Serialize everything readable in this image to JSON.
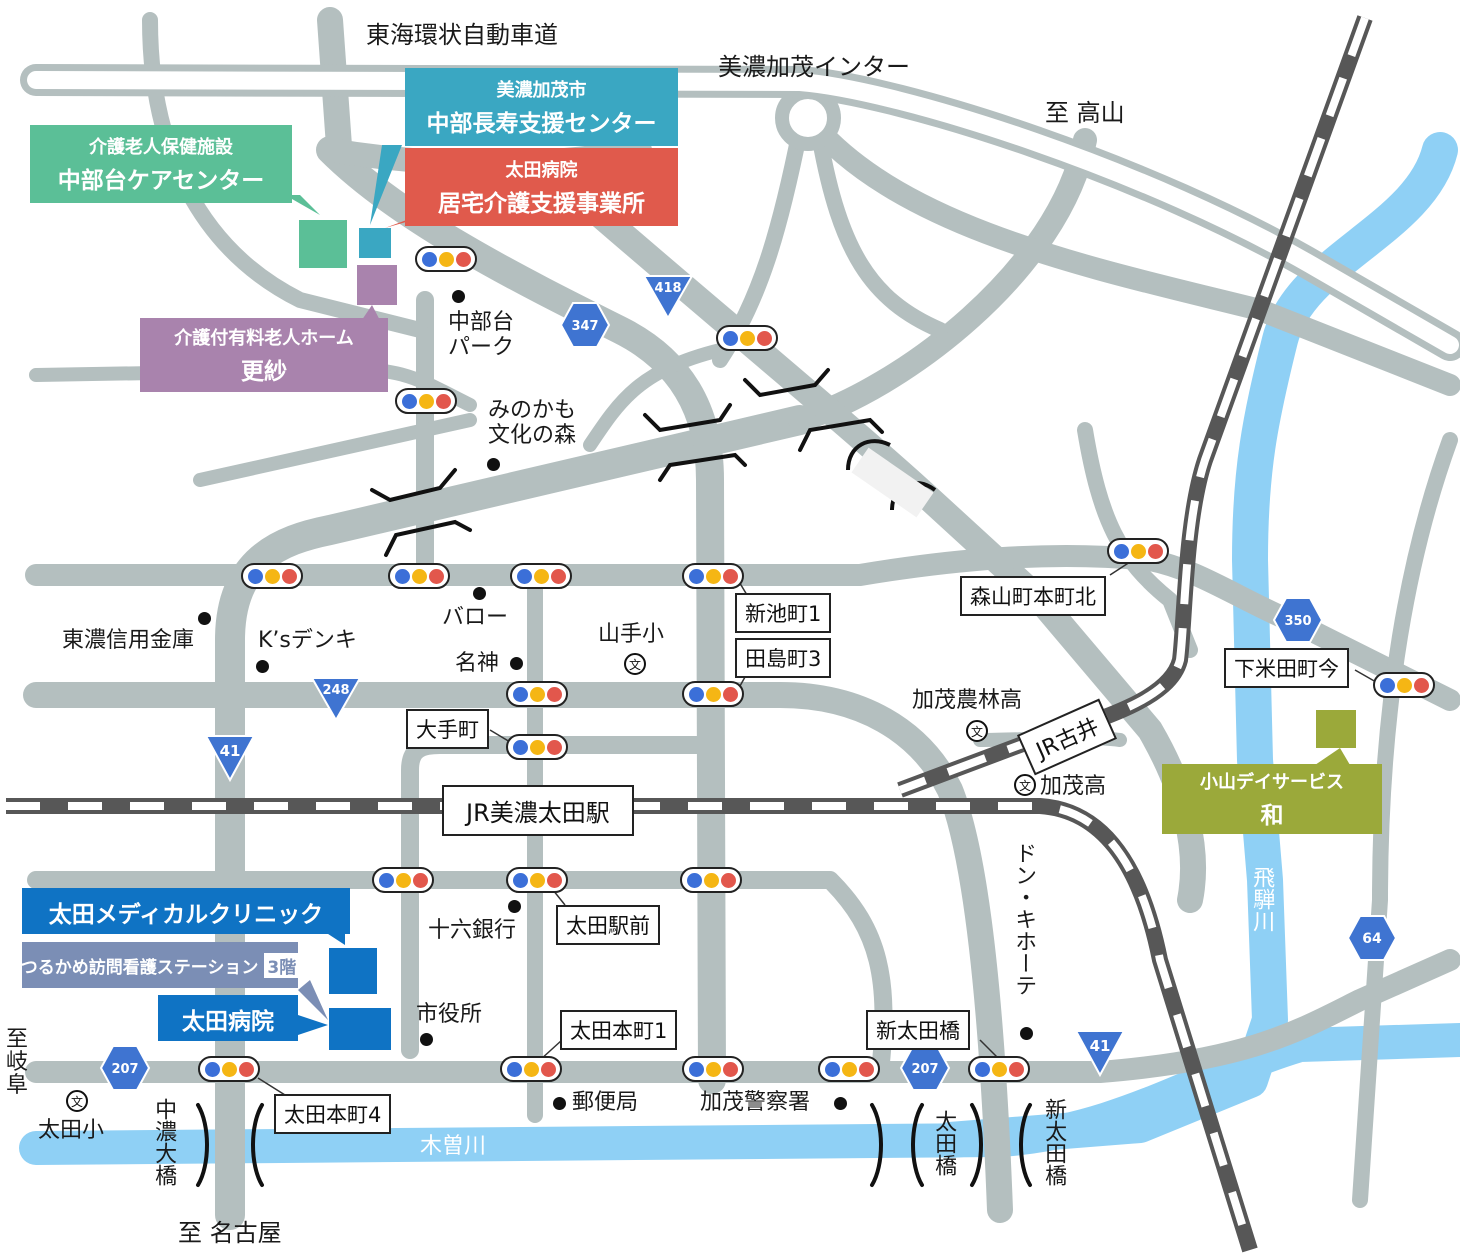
{
  "colors": {
    "road": "#b4bfbf",
    "river": "#8fd0f5",
    "rail_dark": "#575757",
    "shield": "#3f74d1",
    "teal_callout": "#5bbf97",
    "cyan_callout": "#3aa7c2",
    "red_callout": "#e05a4c",
    "purple_callout": "#a983ad",
    "olive_callout": "#9ba93a",
    "blue_callout": "#0f73c4",
    "grey_callout": "#7b8eb5"
  },
  "callouts": {
    "chubudai_care": {
      "line1": "介護老人保健施設",
      "line2": "中部台ケアセンター"
    },
    "chubu_support": {
      "line1": "美濃加茂市",
      "line2": "中部長寿支援センター"
    },
    "ota_kyotaku": {
      "line1": "太田病院",
      "line2": "居宅介護支援事業所"
    },
    "sarasa": {
      "line1": "介護付有料老人ホーム",
      "line2": "更紗"
    },
    "koyama_day": {
      "line1": "小山デイサービス",
      "line2": "和"
    },
    "ota_clinic": "太田メディカルクリニック",
    "tsurukame": {
      "main": "つるかめ訪問看護ステーション",
      "floor": "3階"
    },
    "ota_hospital": "太田病院"
  },
  "place_labels": {
    "tokai_expressway": "東海環状自動車道",
    "minokamo_ic": "美濃加茂インター",
    "to_takayama": "至 高山",
    "chubudai_park": "中部台\nパーク",
    "minokamo_bunka": "みのかも\n文化の森",
    "barrow": "バロー",
    "meishin": "名神",
    "yamate_sho": "山手小",
    "tono_shinyo": "東濃信用金庫",
    "ks_denki": "K’sデンキ",
    "kamo_norin": "加茂農林高",
    "kamo_ko": "加茂高",
    "don_quijote": "ドン・キホーテ",
    "juroku_bank": "十六銀行",
    "city_hall": "市役所",
    "post_office": "郵便局",
    "kamo_police": "加茂警察署",
    "ota_sho": "太田小",
    "to_gifu": "至\n岐\n阜",
    "to_nagoya": "至 名古屋",
    "kiso_river": "木曽川",
    "hida_river": "飛騨川",
    "chuno_ohashi": "中濃大橋",
    "ota_bashi": "太田橋",
    "shin_ota_bashi_v": "新太田橋"
  },
  "boxed_labels": {
    "shinike": "新池町1",
    "tajima": "田島町3",
    "moriyama": "森山町本町北",
    "shimoyoneda": "下米田町今",
    "ote": "大手町",
    "jr_minoota": "JR美濃太田駅",
    "jr_furui": "JR古井",
    "ota_eki_mae": "太田駅前",
    "ota_honmachi1": "太田本町1",
    "shin_ota_bashi": "新太田橋",
    "ota_honmachi4": "太田本町4"
  },
  "route_shields": {
    "r418": "418",
    "r347": "347",
    "r248": "248",
    "r41_west": "41",
    "r350": "350",
    "r64": "64",
    "r207_west": "207",
    "r207_east": "207",
    "r41_east": "41"
  },
  "school_symbol": "文"
}
